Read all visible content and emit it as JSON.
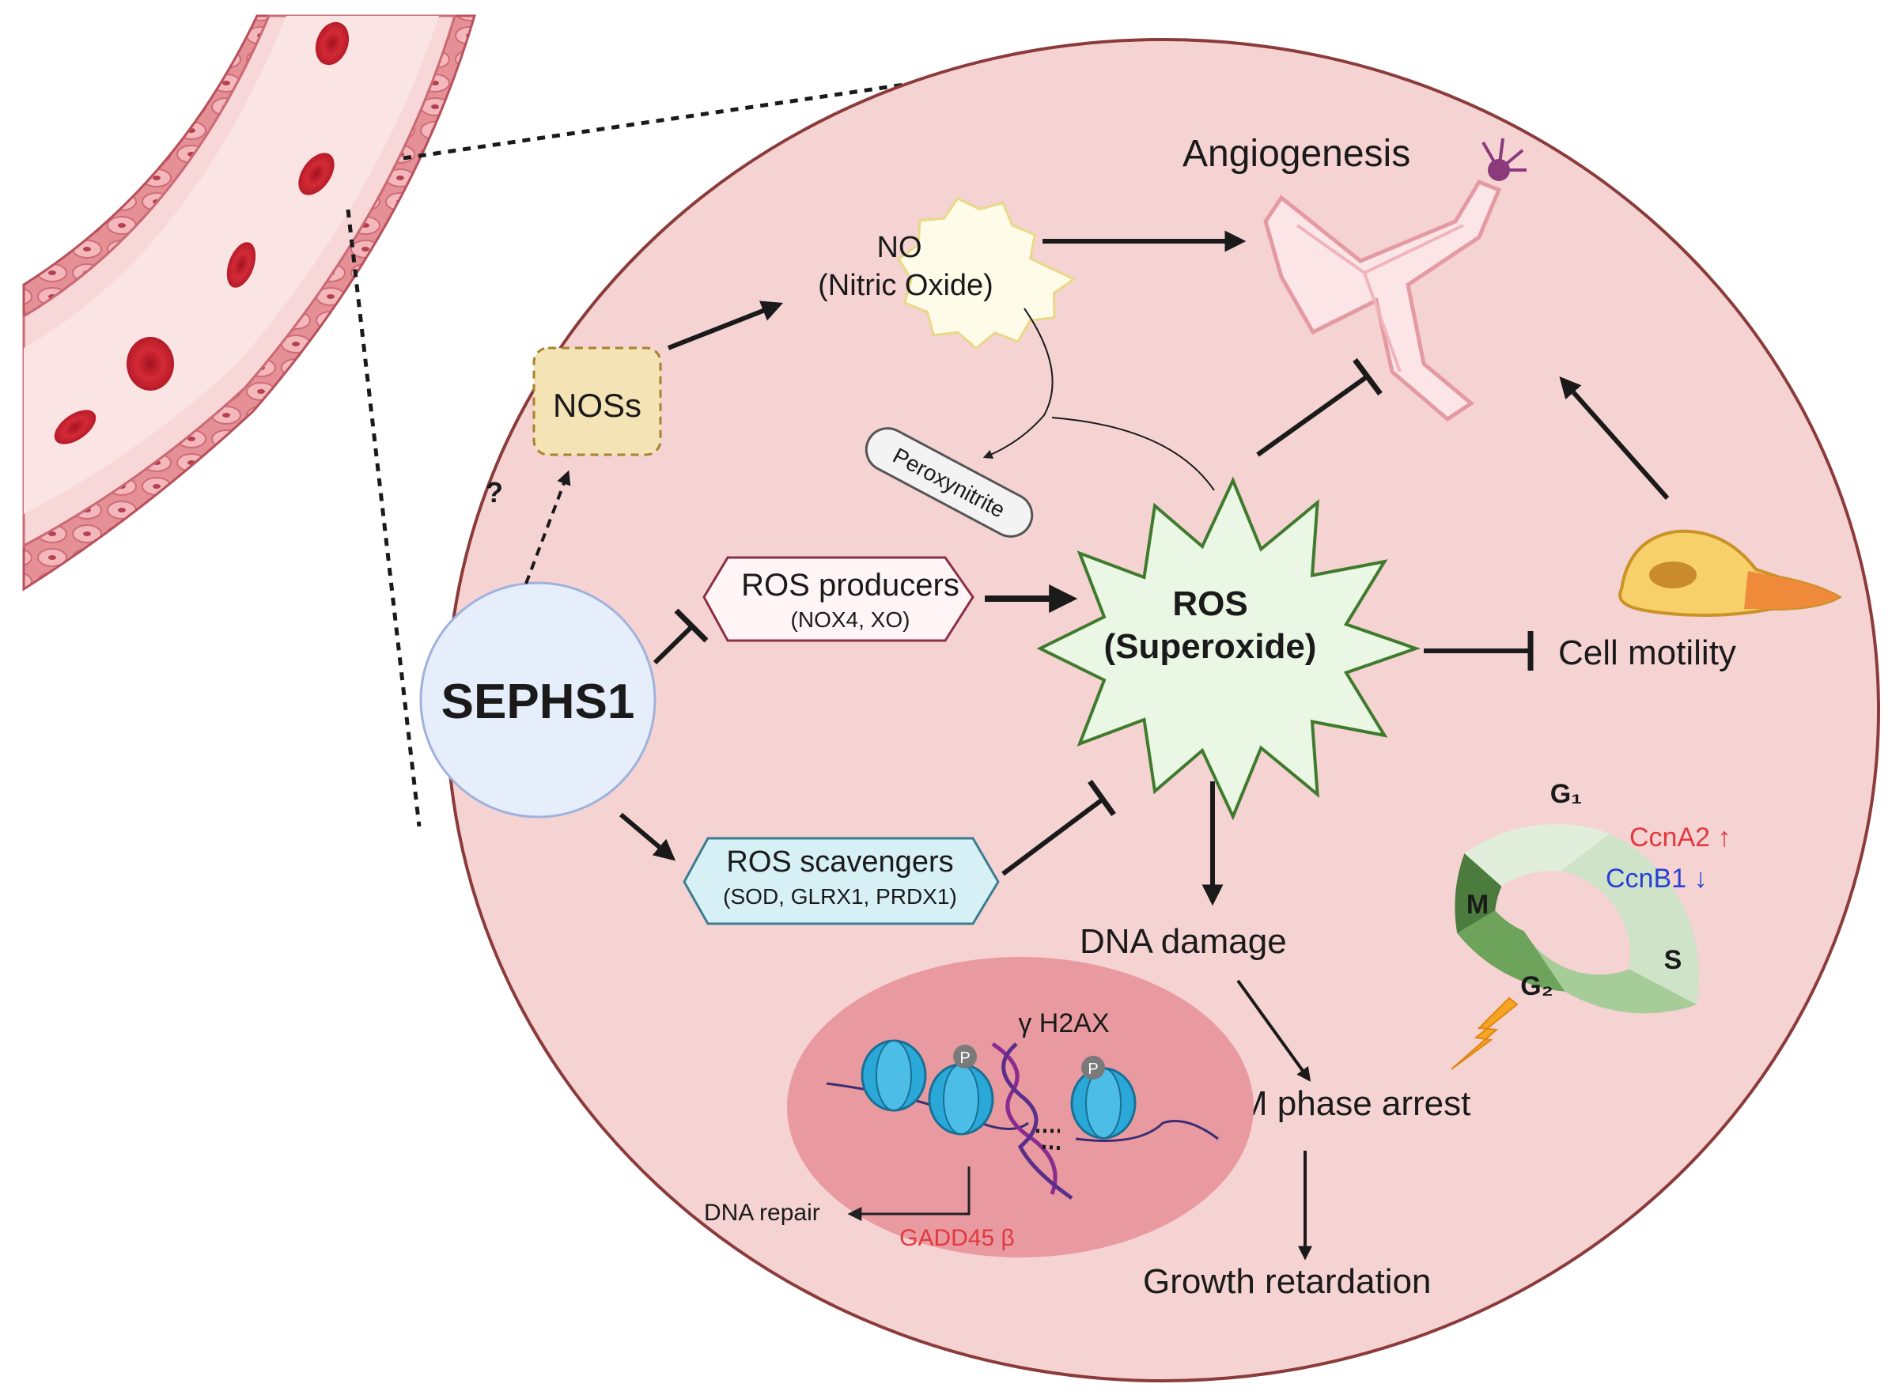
{
  "labels": {
    "angiogenesis": "Angiogenesis",
    "no_line1": "NO",
    "no_line2": "(Nitric Oxide)",
    "noss": "NOSs",
    "question": "?",
    "peroxynitrite": "Peroxynitrite",
    "sephs1": "SEPHS1",
    "ros_producers": "ROS producers",
    "ros_producers_sub": "(NOX4, XO)",
    "ros_scavengers": "ROS scavengers",
    "ros_scavengers_sub": "(SOD, GLRX1, PRDX1)",
    "ros_line1": "ROS",
    "ros_line2": "(Superoxide)",
    "cell_motility": "Cell motility",
    "dna_damage": "DNA damage",
    "g2m_arrest": "G2/M phase arrest",
    "growth_retardation": "Growth retardation",
    "h2ax": "γ H2AX",
    "dna_repair": "DNA repair",
    "gadd45": "GADD45 β",
    "phospho": "P",
    "ccna2": "CcnA2 ↑",
    "ccnb1": "CcnB1 ↓",
    "phase_g1": "G₁",
    "phase_s": "S",
    "phase_g2": "G₂",
    "phase_m": "M"
  },
  "colors": {
    "cell_fill": "#f6d3d3",
    "cell_border": "#8c3b3b",
    "ros_fill": "#eaf7e4",
    "ros_border": "#3f7a2d",
    "no_fill": "#fffbe9",
    "sephs1_fill": "#e6eefb",
    "producers_border": "#8b2e46",
    "scavengers_fill": "#d6f0f6",
    "noss_fill": "#f4e3b5",
    "up_text": "#e0393e",
    "down_text": "#2a3fd6",
    "gadd45_text": "#e0393e",
    "nucleus_fill": "#e99aa0"
  },
  "icons": {
    "vessel": "blood-vessel-illustration",
    "sprouting": "sprouting-vessel-icon",
    "cell": "motile-cell-icon",
    "lightning": "lightning-bolt-icon",
    "nucleosome": "nucleosome-icon",
    "dna": "dna-helix-icon"
  }
}
